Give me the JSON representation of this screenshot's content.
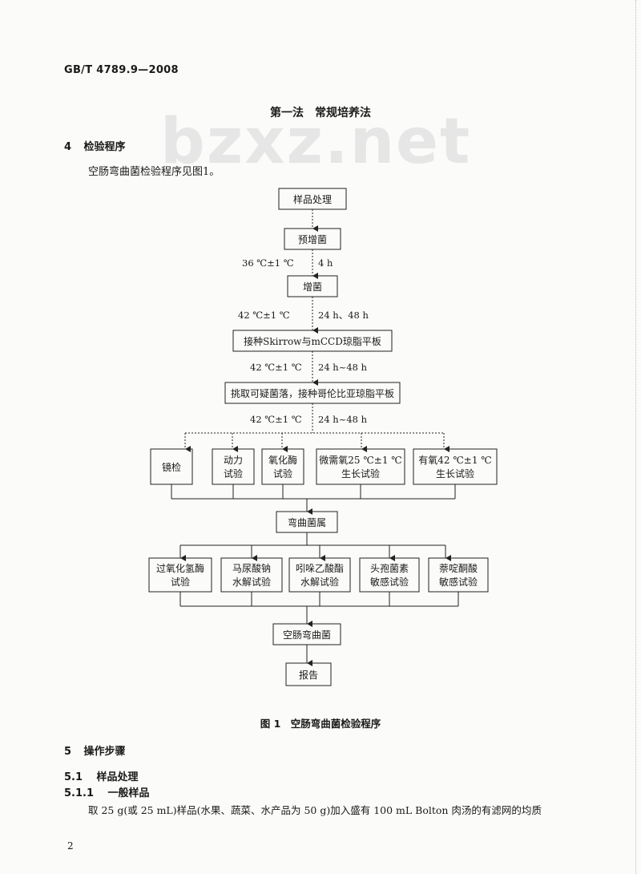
{
  "header": {
    "standard_code": "GB/T 4789.9—2008"
  },
  "watermark": "bzxz.net",
  "method_title": "第一法　常规培养法",
  "section4": {
    "number": "4",
    "title": "检验程序",
    "text": "空肠弯曲菌检验程序见图1。"
  },
  "flowchart": {
    "box_sample": "样品处理",
    "box_preenrich": "预增菌",
    "cond1_temp": "36 ℃±1 ℃",
    "cond1_time": "4 h",
    "box_enrich": "增菌",
    "cond2_temp": "42 ℃±1 ℃",
    "cond2_time": "24 h、48 h",
    "box_inoculate": "接种Skirrow与mCCD琼脂平板",
    "cond3_temp": "42 ℃±1 ℃",
    "cond3_time": "24 h~48 h",
    "box_pick": "挑取可疑菌落，接种哥伦比亚琼脂平板",
    "cond4_temp": "42 ℃±1 ℃",
    "cond4_time": "24 h~48 h",
    "row1": [
      [
        "镜检"
      ],
      [
        "动力",
        "试验"
      ],
      [
        "氧化酶",
        "试验"
      ],
      [
        "微需氧25 ℃±1 ℃",
        "生长试验"
      ],
      [
        "有氧42 ℃±1 ℃",
        "生长试验"
      ]
    ],
    "box_genus": "弯曲菌属",
    "row2": [
      [
        "过氧化氢酶",
        "试验"
      ],
      [
        "马尿酸钠",
        "水解试验"
      ],
      [
        "吲哚乙酸酯",
        "水解试验"
      ],
      [
        "头孢菌素",
        "敏感试验"
      ],
      [
        "萘啶酮酸",
        "敏感试验"
      ]
    ],
    "box_species": "空肠弯曲菌",
    "box_report": "报告"
  },
  "figure_caption": "图 1　空肠弯曲菌检验程序",
  "section5": {
    "number": "5",
    "title": "操作步骤"
  },
  "section51": {
    "number": "5.1",
    "title": "样品处理"
  },
  "section511": {
    "number": "5.1.1",
    "title": "一般样品"
  },
  "body_text": "取 25 g(或 25 mL)样品(水果、蔬菜、水产品为 50 g)加入盛有 100 mL Bolton 肉汤的有滤网的均质",
  "page_number": "2"
}
